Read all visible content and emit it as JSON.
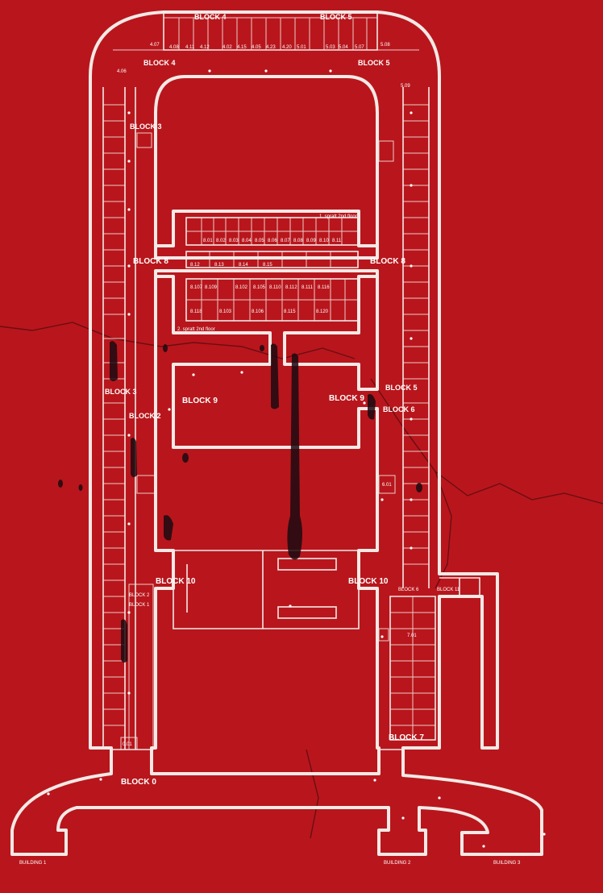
{
  "colors": {
    "background": "#b8161c",
    "lines": "#f4e9e6",
    "stains": "#1a0a10"
  },
  "labels": {
    "block4_top": "BLOCK 4",
    "block5_top": "BLOCK 5",
    "block4_mid": "BLOCK 4",
    "block5_mid": "BLOCK 5",
    "block3": "BLOCK 3",
    "block8_left": "BLOCK 8",
    "block8_right": "BLOCK 8",
    "floor1": "1. spratt 2nd floor",
    "floor2": "2. spratt 2nd floor",
    "block3_low": "BLOCK 3",
    "block5_low": "BLOCK 5",
    "block9_left": "BLOCK 9",
    "block9_right": "BLOCK 9",
    "block2": "BLOCK 2",
    "block6": "BLOCK 6",
    "block10_left": "BLOCK 10",
    "block10_right": "BLOCK 10",
    "block6_low": "BLOCK 6",
    "block11": "BLOCK 11",
    "block2_low": "BLOCK 2",
    "block1": "BLOCK 1",
    "block7": "BLOCK 7",
    "block0": "BLOCK 0",
    "building1": "BUILDING 1",
    "building2": "BUILDING 2",
    "building3": "BUILDING 3"
  },
  "room_numbers": {
    "top": [
      "4.08",
      "4.11",
      "4.12",
      "4.02",
      "4.15",
      "4.05",
      "4.23",
      "4.20",
      "5.01",
      "5.03",
      "5.04",
      "5.07"
    ],
    "upper_row": [
      "8.01",
      "8.02",
      "8.03",
      "8.04",
      "8.05",
      "8.06",
      "8.07",
      "8.08",
      "8.09",
      "8.10",
      "8.11",
      "8.12",
      "8.13",
      "8.14",
      "8.15"
    ],
    "lower_row": [
      "8.107",
      "8.109",
      "8.102",
      "8.105",
      "8.110",
      "8.112",
      "8.111",
      "8.116",
      "8.118",
      "8.103",
      "8.106",
      "8.115",
      "8.120"
    ],
    "misc": [
      "4.07",
      "4.06",
      "5.08",
      "5.09",
      "0.01",
      "7.01",
      "6.01"
    ]
  }
}
